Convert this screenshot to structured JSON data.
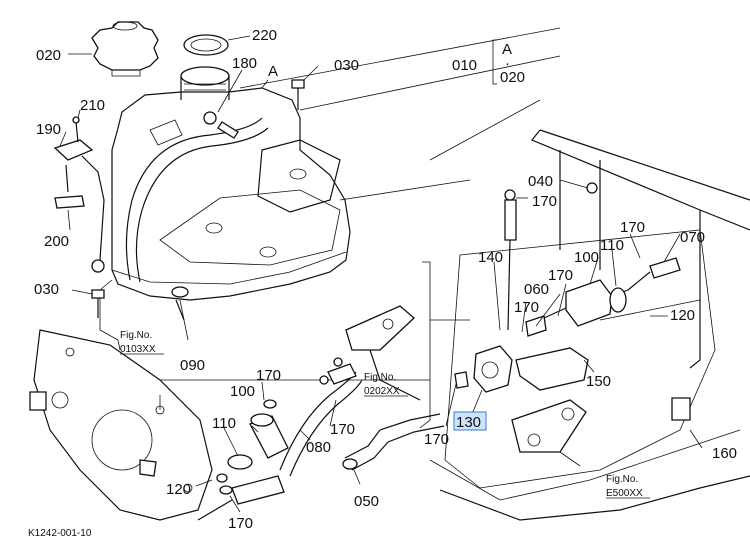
{
  "labels": {
    "p020": "020",
    "p220": "220",
    "p180": "180",
    "pA": "A",
    "p030a": "030",
    "p010": "010",
    "key_A": "A",
    "key_dot": "·",
    "key_020": "020",
    "p210": "210",
    "p190": "190",
    "p200": "200",
    "p040": "040",
    "p170a": "170",
    "p170b": "170",
    "p110a": "110",
    "p070": "070",
    "p140": "140",
    "p100a": "100",
    "p170c": "170",
    "p060": "060",
    "p170d": "170",
    "p030b": "030",
    "p120a": "120",
    "p090": "090",
    "p150": "150",
    "p170e": "170",
    "p100b": "100",
    "p170f": "170",
    "p110b": "110",
    "p170g": "170",
    "p130": "130",
    "p080": "080",
    "p160": "160",
    "p050": "050",
    "p120b": "120",
    "p170h": "170",
    "fig1_t": "Fig.No.",
    "fig1_n": "0103XX",
    "fig2_t": "Fig.No.",
    "fig2_n": "0202XX",
    "fig3_t": "Fig.No.",
    "fig3_n": "E500XX",
    "footer": "K1242-001-10"
  },
  "colors": {
    "line": "#111111",
    "highlight_fill": "#cfe4fb",
    "highlight_border": "#3a7bd5"
  }
}
